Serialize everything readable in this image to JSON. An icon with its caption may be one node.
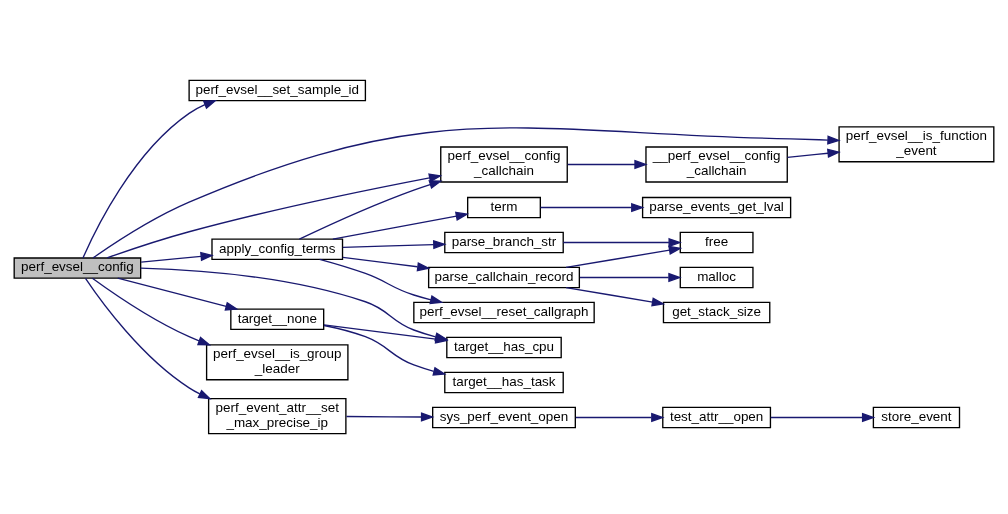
{
  "diagram": {
    "nodes": [
      {
        "text": [
          "perf_evsel__config"
        ]
      },
      {
        "text": [
          "perf_evsel__set_sample_id"
        ]
      },
      {
        "text": [
          "perf_evsel__is_function _event"
        ]
      },
      {
        "text": [
          "perf_evsel__config _callchain"
        ]
      },
      {
        "text": [
          "__perf_evsel__config _callchain"
        ]
      },
      {
        "text": [
          "apply_config_terms"
        ]
      },
      {
        "text": [
          "term"
        ]
      },
      {
        "text": [
          "parse_events_get_lval"
        ]
      },
      {
        "text": [
          "parse_branch_str"
        ]
      },
      {
        "text": [
          "free"
        ]
      },
      {
        "text": [
          "parse_callchain_record"
        ]
      },
      {
        "text": [
          "malloc"
        ]
      },
      {
        "text": [
          "get_stack_size"
        ]
      },
      {
        "text": [
          "perf_evsel__reset_callgraph"
        ]
      },
      {
        "text": [
          "target__none"
        ]
      },
      {
        "text": [
          "target__has_cpu"
        ]
      },
      {
        "text": [
          "target__has_task"
        ]
      },
      {
        "text": [
          "perf_evsel__is_group _leader"
        ]
      },
      {
        "text": [
          "perf_event_attr__set _max_precise_ip"
        ]
      },
      {
        "text": [
          "sys_perf_event_open"
        ]
      },
      {
        "text": [
          "test_attr__open"
        ]
      },
      {
        "text": [
          "store_event"
        ]
      }
    ],
    "edges": [
      {
        "from": 0,
        "to": 1,
        "arrow": "to"
      },
      {
        "from": 0,
        "to": 2,
        "arrow": "to"
      },
      {
        "from": 0,
        "to": 3,
        "arrow": "to"
      },
      {
        "from": 0,
        "to": 5,
        "arrow": "to"
      },
      {
        "from": 0,
        "to": 14,
        "arrow": "to"
      },
      {
        "from": 0,
        "to": 15,
        "arrow": "to"
      },
      {
        "from": 0,
        "to": 17,
        "arrow": "to"
      },
      {
        "from": 0,
        "to": 18,
        "arrow": "to"
      },
      {
        "from": 3,
        "to": 4,
        "arrow": "to"
      },
      {
        "from": 4,
        "to": 2,
        "arrow": "to"
      },
      {
        "from": 5,
        "to": 3,
        "arrow": "to"
      },
      {
        "from": 5,
        "to": 6,
        "arrow": "to"
      },
      {
        "from": 5,
        "to": 8,
        "arrow": "to"
      },
      {
        "from": 5,
        "to": 10,
        "arrow": "to"
      },
      {
        "from": 5,
        "to": 13,
        "arrow": "to"
      },
      {
        "from": 6,
        "to": 7,
        "arrow": "to"
      },
      {
        "from": 8,
        "to": 9,
        "arrow": "to"
      },
      {
        "from": 10,
        "to": 9,
        "arrow": "to"
      },
      {
        "from": 10,
        "to": 11,
        "arrow": "to"
      },
      {
        "from": 10,
        "to": 12,
        "arrow": "to"
      },
      {
        "from": 14,
        "to": 15,
        "arrow": "to"
      },
      {
        "from": 14,
        "to": 16,
        "arrow": "to"
      },
      {
        "from": 18,
        "to": 19,
        "arrow": "to"
      },
      {
        "from": 19,
        "to": 20,
        "arrow": "to"
      },
      {
        "from": 20,
        "to": 21,
        "arrow": "to"
      }
    ]
  }
}
